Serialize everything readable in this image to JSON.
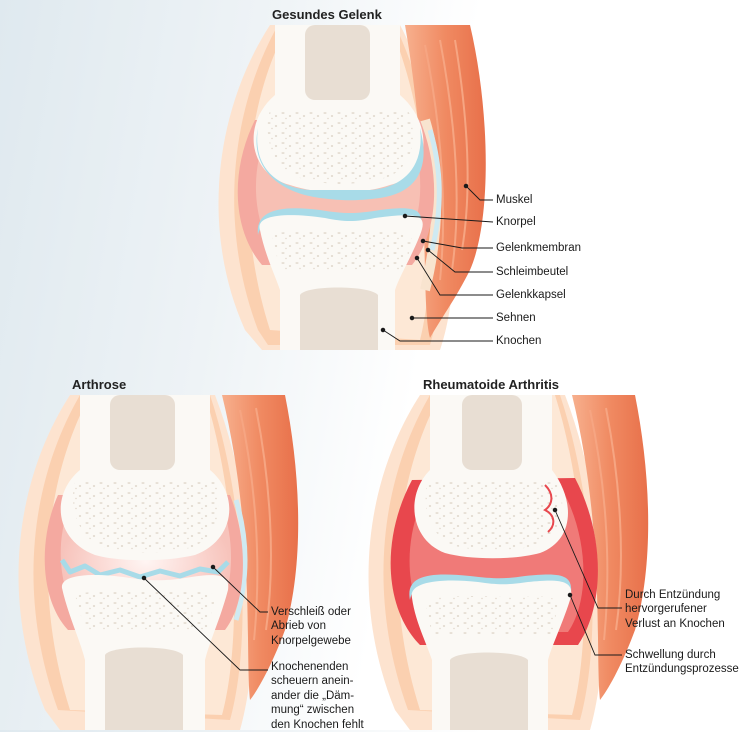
{
  "titles": {
    "healthy": "Gesundes Gelenk",
    "arthrosis": "Arthrose",
    "rheumatoid": "Rheumatoide Arthritis"
  },
  "healthy_labels": {
    "muscle": "Muskel",
    "cartilage": "Knorpel",
    "membrane": "Gelenkmembran",
    "bursa": "Schleimbeutel",
    "capsule": "Gelenkkapsel",
    "tendons": "Sehnen",
    "bone": "Knochen"
  },
  "arthrosis_labels": {
    "wear": "Verschleiß oder Abrieb von Knorpelgewebe",
    "bone_ends": "Knochenenden scheuern anein-ander die „Däm-mung“ zwischen den Knochen fehlt"
  },
  "rheumatoid_labels": {
    "bone_loss": "Durch Entzündung hervorgerufener Verlust an Knochen",
    "swelling": "Schwellung durch Entzündungsprozesse"
  },
  "colors": {
    "muscle": "#f08a62",
    "cartilage": "#a8dbe8",
    "membrane": "#f4a9a0",
    "inflamed": "#e8474d",
    "bone": "#fbf9f5",
    "marrow": "#e6ddd2",
    "capsule": "#fbd9c0"
  }
}
